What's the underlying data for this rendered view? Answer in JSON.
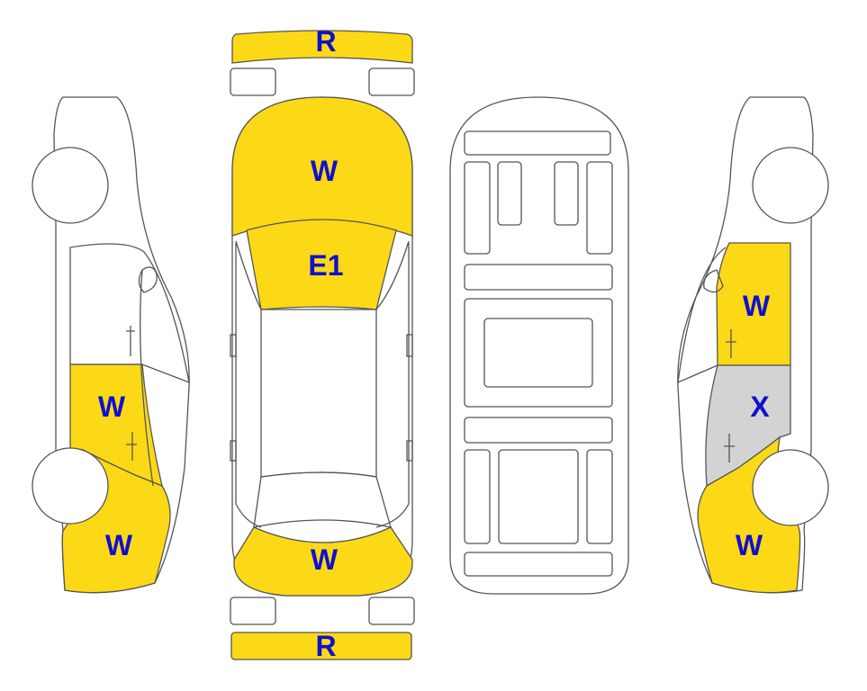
{
  "colors": {
    "damage_yellow": "#FCD916",
    "damage_gray": "#D3D3D3",
    "code_text": "#1010CC",
    "outline": "#555555"
  },
  "labels": {
    "front_bumper": "R",
    "hood": "W",
    "windshield": "E1",
    "trunk": "W",
    "rear_bumper": "R",
    "left_rear_door": "W",
    "left_rear_quarter": "W",
    "right_front_door": "W",
    "right_rear_door": "X",
    "right_rear_quarter": "W"
  }
}
